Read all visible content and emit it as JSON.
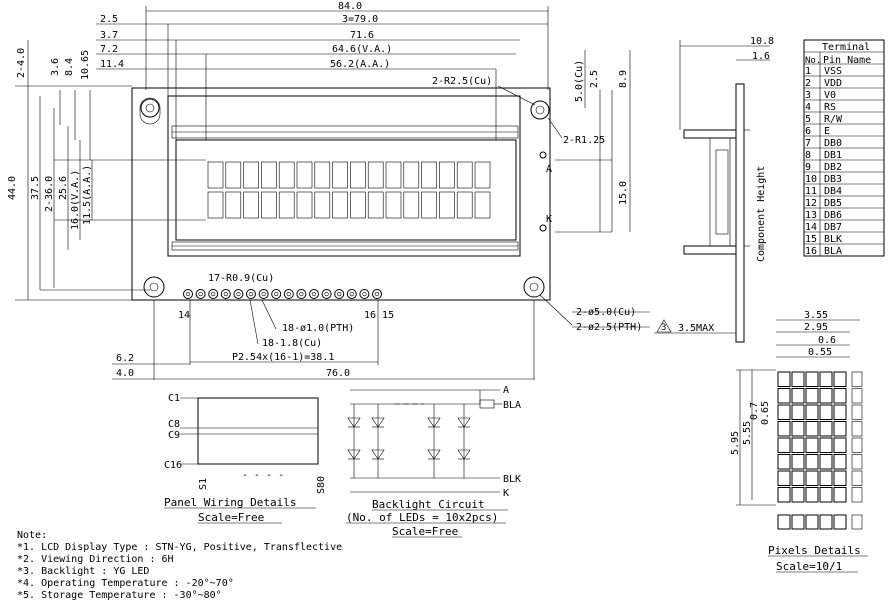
{
  "top_dimensions": {
    "overall_width": "84.0",
    "offset_left": "2.5",
    "hole_span": "3=79.0",
    "offset_37": "3.7",
    "bezel_width": "71.6",
    "offset_72": "7.2",
    "viewing_area": "64.6(V.A.)",
    "offset_114": "11.4",
    "active_area": "56.2(A.A.)",
    "corner_radius": "2-R2.5(Cu)",
    "corner_radius_small": "2-R1.25"
  },
  "left_dimensions": {
    "top_offset": "2-4.0",
    "offset_36": "3.6",
    "offset_84": "8.4",
    "offset_1065": "10.65",
    "overall_height": "44.0",
    "height_375": "37.5",
    "hole_span_v": "2-36.0",
    "bezel_height": "25.6",
    "va_height": "16.0(V.A.)",
    "aa_height": "11.5(A.A.)"
  },
  "right_dimensions": {
    "hole_top": "5.0(Cu)",
    "offset_25": "2.5",
    "offset_89": "8.9",
    "inner_height": "15.0"
  },
  "bottom_dimensions": {
    "pad_radius": "17-R0.9(Cu)",
    "pin_hole": "18-ø1.0(PTH)",
    "pin_pad": "18-1.8(Cu)",
    "pin_pitch": "P2.54x(16-1)=38.1",
    "offset_62": "6.2",
    "offset_40": "4.0",
    "pcb_width": "76.0",
    "mount_hole_cu": "2-ø5.0(Cu)",
    "mount_hole_pth": "2-ø2.5(PTH)",
    "pin_label_left": "14",
    "pin_label_right": "16 15",
    "anode_label": "A",
    "cathode_label": "K"
  },
  "side_view": {
    "thickness_total": "10.8",
    "pcb_thickness": "1.6",
    "component_height_label": "Component Height",
    "component_height_value": "3.5MAX",
    "pcb_note": "1.6"
  },
  "terminal_table": {
    "title": "Terminal",
    "headers": [
      "No.",
      "Pin Name"
    ],
    "rows": [
      [
        "1",
        "VSS"
      ],
      [
        "2",
        "VDD"
      ],
      [
        "3",
        "V0"
      ],
      [
        "4",
        "RS"
      ],
      [
        "5",
        "R/W"
      ],
      [
        "6",
        "E"
      ],
      [
        "7",
        "DB0"
      ],
      [
        "8",
        "DB1"
      ],
      [
        "9",
        "DB2"
      ],
      [
        "10",
        "DB3"
      ],
      [
        "11",
        "DB4"
      ],
      [
        "12",
        "DB5"
      ],
      [
        "13",
        "DB6"
      ],
      [
        "14",
        "DB7"
      ],
      [
        "15",
        "BLK"
      ],
      [
        "16",
        "BLA"
      ]
    ]
  },
  "pixel_details": {
    "width_total": "3.55",
    "width_inner": "2.95",
    "pitch_x": "0.6",
    "pixel_x": "0.55",
    "height_total": "5.95",
    "height_inner": "5.55",
    "pitch_y": "0.7",
    "pixel_y": "0.65",
    "title": "Pixels Details",
    "scale": "Scale=10/1"
  },
  "panel_wiring": {
    "c1": "C1",
    "c8": "C8",
    "c9": "C9",
    "c16": "C16",
    "s1": "S1",
    "s80": "S80",
    "ellipsis": "- - - -",
    "title": "Panel Wiring Details",
    "scale": "Scale=Free"
  },
  "backlight": {
    "a_label": "A",
    "bla_label": "BLA",
    "blk_label": "BLK",
    "k_label": "K",
    "title": "Backlight Circuit",
    "subtitle": "(No. of LEDs = 10x2pcs)",
    "scale": "Scale=Free"
  },
  "notes": {
    "heading": "Note:",
    "items": [
      "*1. LCD Display Type : STN-YG, Positive, Transflective",
      "*2. Viewing Direction : 6H",
      "*3. Backlight : YG LED",
      "*4. Operating Temperature : -20°~70°",
      "*5. Storage Temperature : -30°~80°"
    ]
  }
}
